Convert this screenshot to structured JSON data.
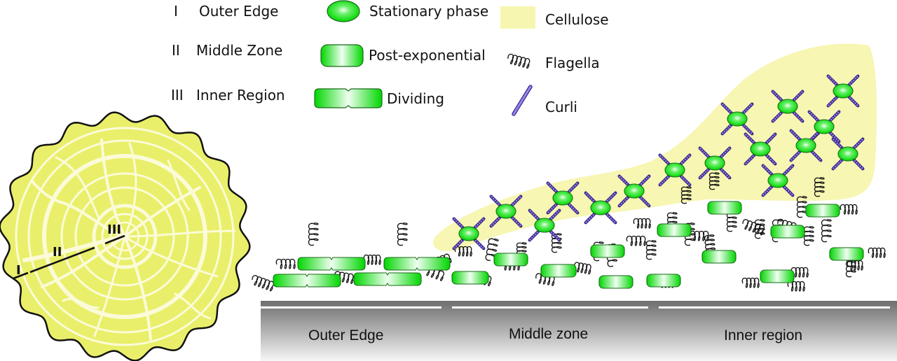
{
  "legend": {
    "zones": [
      {
        "numeral": "I",
        "label": "Outer Edge"
      },
      {
        "numeral": "II",
        "label": "Middle Zone"
      },
      {
        "numeral": "III",
        "label": "Inner Region"
      }
    ],
    "cell_types": [
      {
        "icon": "stationary-phase-cell-icon",
        "label": "Stationary phase"
      },
      {
        "icon": "post-exponential-cell-icon",
        "label": "Post-exponential"
      },
      {
        "icon": "dividing-cell-icon",
        "label": "Dividing"
      }
    ],
    "matrix": [
      {
        "icon": "cellulose-swatch-icon",
        "label": "Cellulose"
      },
      {
        "icon": "flagella-icon",
        "label": "Flagella"
      },
      {
        "icon": "curli-icon",
        "label": "Curli"
      }
    ]
  },
  "colony_top_view": {
    "markers": [
      "I",
      "II",
      "III"
    ]
  },
  "cross_section": {
    "zones": [
      "Outer Edge",
      "Middle zone",
      "Inner region"
    ]
  },
  "colors": {
    "cell_green": "#00e000",
    "cell_highlight": "#e8ffe8",
    "cellulose": "#f7f6b0",
    "colony_fill": "#e9ef6a",
    "colony_lines": "#fbfbd8",
    "curli": "#6a4fc0",
    "substrate_dark": "#6b6b6b",
    "substrate_light": "#f4f4f4"
  }
}
